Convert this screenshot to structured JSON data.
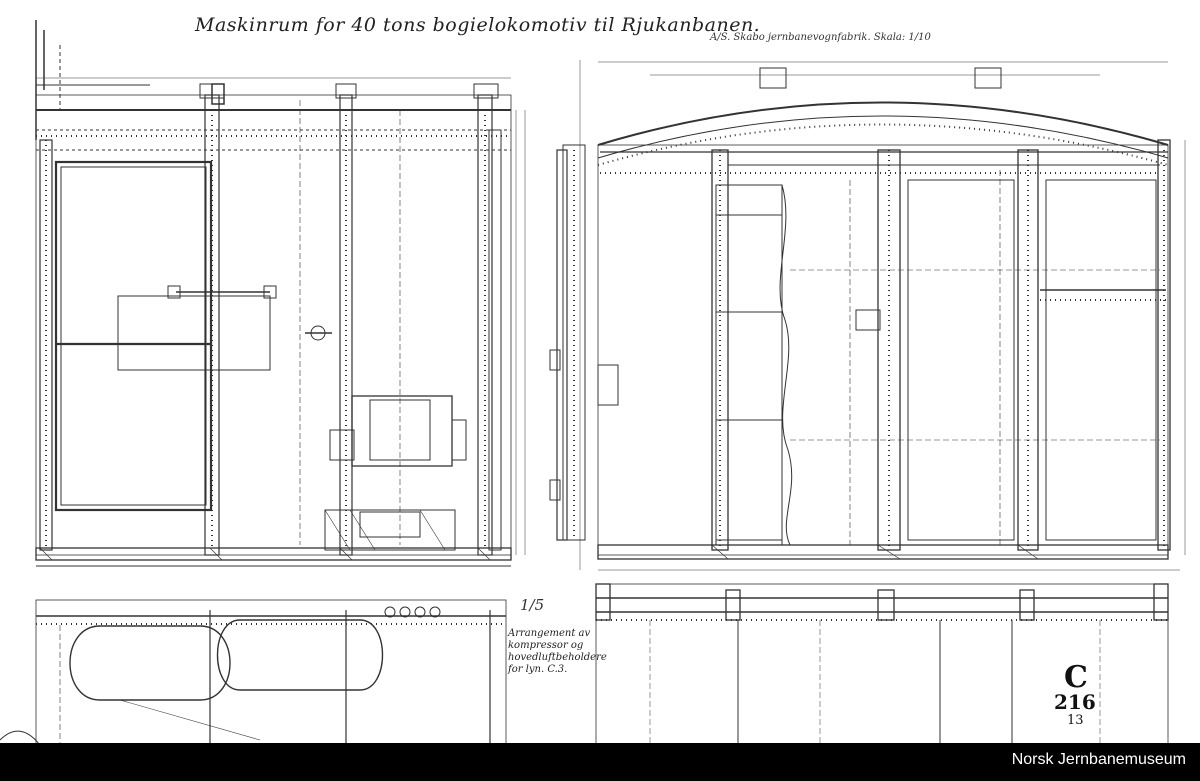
{
  "drawing": {
    "title": "Maskinrum for 40 tons bogielokomotiv til Rjukanbanen.",
    "maker": "A/S. Skabo jernbanevognfabrik. Skala: 1/10",
    "scale_mark": "1/5",
    "arrangement_note": "Arrangement av kompressor og hovedluftbeholdere for lyn. C.3.",
    "stamp_letter": "C",
    "stamp_number": "216",
    "stamp_sub": "13"
  },
  "footer": {
    "credit": "Norsk Jernbanemuseum"
  }
}
